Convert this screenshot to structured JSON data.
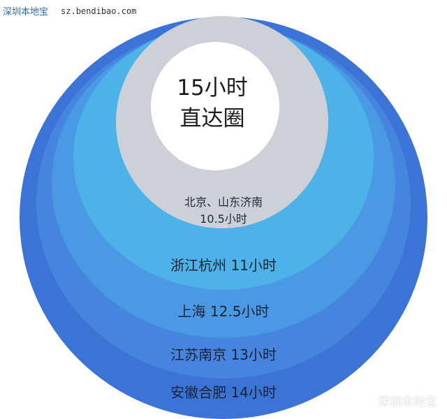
{
  "watermark": {
    "name": "深圳本地宝",
    "url": "sz.bendibao.com"
  },
  "center": {
    "line1": "15小时",
    "line2": "直达圈"
  },
  "rings": [
    {
      "label_line1": "北京、山东济南",
      "label_line2": "10.5小时",
      "color": "#c9ccd3"
    },
    {
      "label": "浙江杭州 11小时",
      "color": "#4fb6e6"
    },
    {
      "label": "上海 12.5小时",
      "color": "#4aa0e3"
    },
    {
      "label": "江苏南京 13小时",
      "color": "#4688e0"
    },
    {
      "label": "安徽合肥 14小时",
      "color": "#3f79d8"
    }
  ],
  "brand": {
    "name": "深圳本地宝",
    "icon": "wechat-icon"
  }
}
